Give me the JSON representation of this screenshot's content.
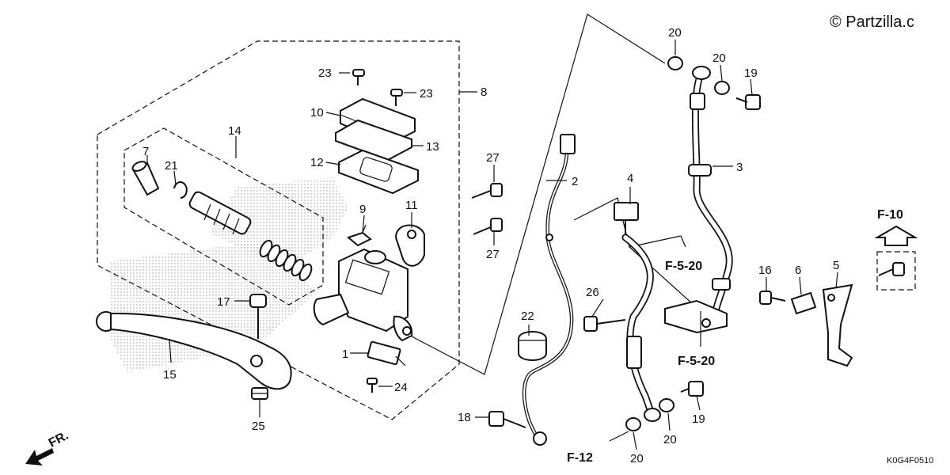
{
  "watermark": "© Partzilla.c",
  "drawing_code": "K0G4F0510",
  "direction_label": "FR.",
  "callouts": {
    "c1": "1",
    "c2": "2",
    "c3": "3",
    "c4": "4",
    "c5": "5",
    "c6": "6",
    "c7": "7",
    "c8": "8",
    "c9": "9",
    "c10": "10",
    "c11": "11",
    "c12": "12",
    "c13": "13",
    "c14": "14",
    "c15": "15",
    "c16": "16",
    "c17": "17",
    "c18": "18",
    "c19a": "19",
    "c19b": "19",
    "c20a": "20",
    "c20b": "20",
    "c20c": "20",
    "c20d": "20",
    "c21": "21",
    "c22": "22",
    "c23a": "23",
    "c23b": "23",
    "c24": "24",
    "c25": "25",
    "c26": "26",
    "c27a": "27",
    "c27b": "27"
  },
  "references": {
    "f10": "F-10",
    "f520a": "F-5-20",
    "f520b": "F-5-20",
    "f12": "F-12"
  },
  "colors": {
    "line": "#111111",
    "background": "#ffffff",
    "stipple": "#9a9a9a"
  }
}
